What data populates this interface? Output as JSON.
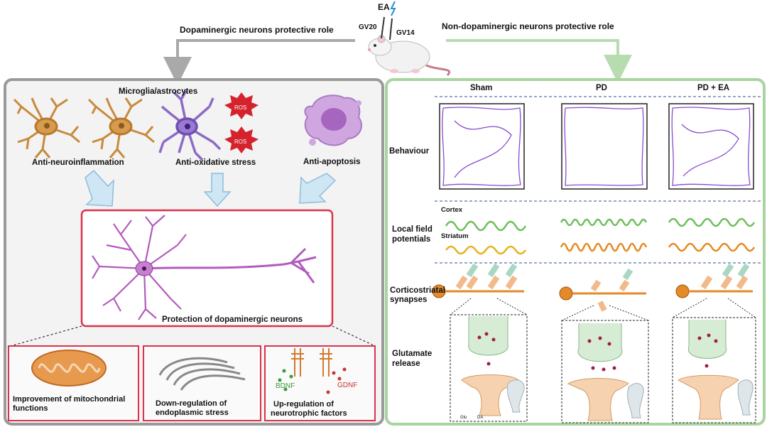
{
  "header": {
    "ea": "EA",
    "gv20": "GV20",
    "gv14": "GV14",
    "left_title": "Dopaminergic neurons protective role",
    "right_title": "Non-dopaminergic neurons protective role"
  },
  "left_panel": {
    "microglia_label": "Microglia/astrocytes",
    "ros_label": "ROS",
    "mechanisms": [
      "Anti-neuroinflammation",
      "Anti-oxidative stress",
      "Anti-apoptosis"
    ],
    "neuron_caption": "Protection of dopaminergic neurons",
    "effects": [
      {
        "line1": "Improvement of mitochondrial",
        "line2": "functions"
      },
      {
        "line1": "Down-regulation of",
        "line2": "endoplasmic  stress"
      },
      {
        "line1": "Up-regulation  of",
        "line2": "neurotrophic factors"
      }
    ],
    "bdnf": "BDNF",
    "gdnf": "GDNF"
  },
  "right_panel": {
    "columns": [
      "Sham",
      "PD",
      "PD + EA"
    ],
    "rows": {
      "behaviour": "Behaviour",
      "lfp_line1": "Local field",
      "lfp_line2": "potentials",
      "cortex": "Cortex",
      "striatum": "Striatum",
      "synapse_line1": "Corticostriatal",
      "synapse_line2": "synapses",
      "glu_line1": "Glutamate",
      "glu_line2": "release"
    },
    "legend_glu": "Glu",
    "legend_da": "DA"
  },
  "colors": {
    "purple": "#8a4bd0",
    "green_wave": "#6cbf5a",
    "orange_wave": "#e58a1f",
    "yellow_wave": "#e6b21e",
    "ros_red": "#d5222d",
    "pink_border": "#d9334e",
    "right_border": "#a8d4a0",
    "left_border": "#9a9a9a"
  }
}
